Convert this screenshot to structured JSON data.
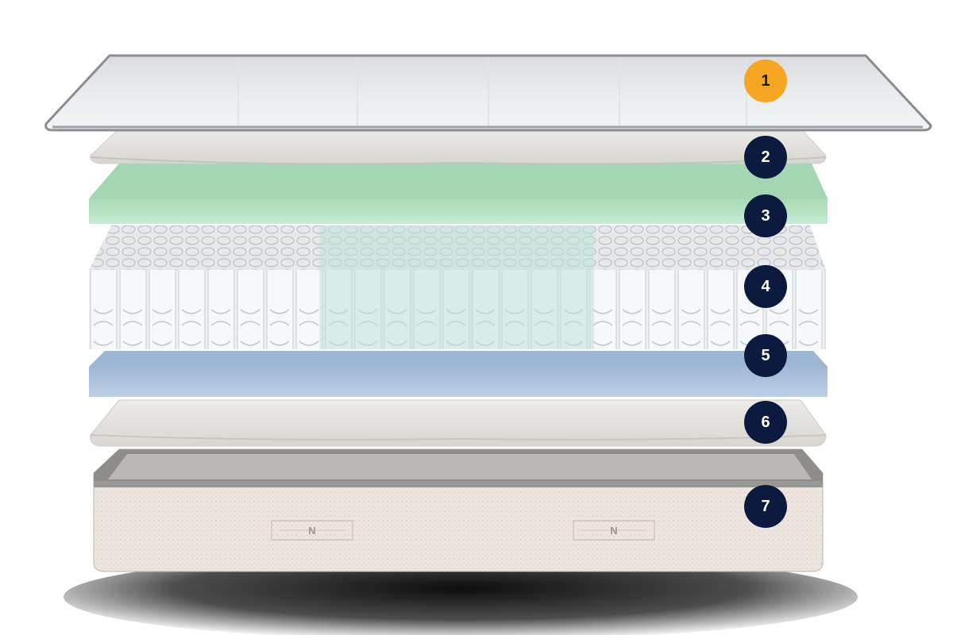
{
  "image": {
    "subject": "exploded-mattress-layers",
    "markers": [
      {
        "label": "1",
        "state": "active"
      },
      {
        "label": "2",
        "state": "default"
      },
      {
        "label": "3",
        "state": "default"
      },
      {
        "label": "4",
        "state": "default"
      },
      {
        "label": "5",
        "state": "default"
      },
      {
        "label": "6",
        "state": "default"
      },
      {
        "label": "7",
        "state": "default"
      }
    ],
    "base_logo_text": "N"
  },
  "colors": {
    "marker_default": "#0c1a3f",
    "marker_active": "#f5a623",
    "marker_text": "#ffffff",
    "cover_top": "#e9eaec",
    "cover_edge": "#8b8d92",
    "wool": "#e4e2de",
    "green_foam": "#bfe9cc",
    "green_foam_side": "#a8dcb8",
    "coils": "#eef0f2",
    "coils_zone": "#d7ece9",
    "blue_foam": "#b5cbe4",
    "base_fabric": "#ece6df",
    "base_rim": "#8d8b88"
  }
}
